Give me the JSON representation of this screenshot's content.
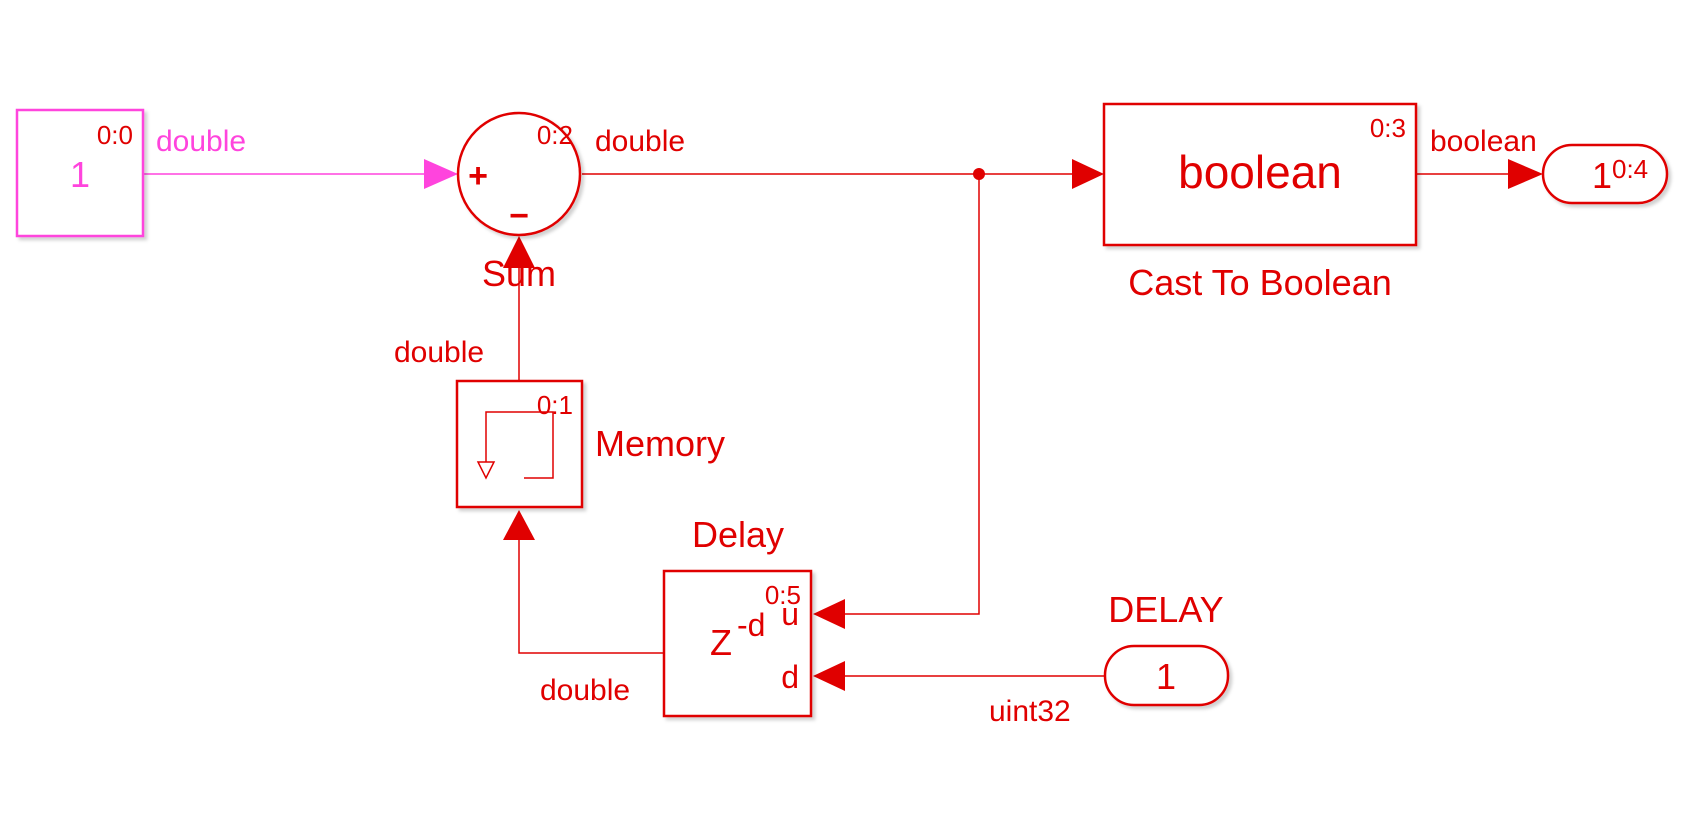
{
  "colors": {
    "main": "#e00000",
    "constant": "#ff44dd"
  },
  "blocks": {
    "constant": {
      "value": "1",
      "index": "0:0",
      "out_type": "double"
    },
    "sum": {
      "name": "Sum",
      "index": "0:2",
      "plus": "+",
      "minus": "−",
      "out_type": "double"
    },
    "cast": {
      "text": "boolean",
      "name": "Cast To Boolean",
      "index": "0:3",
      "out_type": "boolean"
    },
    "outport": {
      "value": "1",
      "index": "0:4"
    },
    "memory": {
      "name": "Memory",
      "index": "0:1",
      "out_type": "double"
    },
    "delay": {
      "name": "Delay",
      "index": "0:5",
      "z": "Z",
      "exp": "-d",
      "port_u": "u",
      "port_d": "d",
      "out_type": "double"
    },
    "inport": {
      "name": "DELAY",
      "value": "1",
      "out_type": "uint32"
    }
  }
}
